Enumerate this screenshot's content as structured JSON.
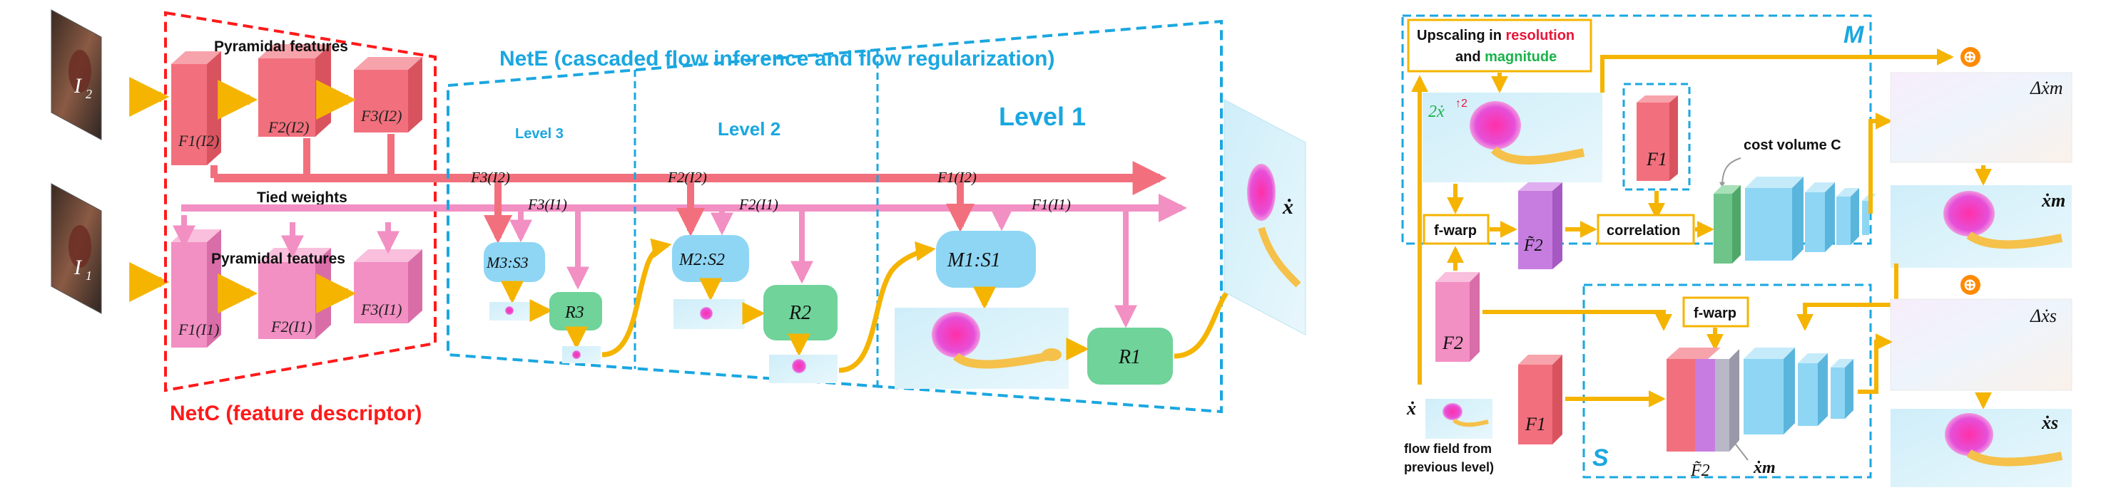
{
  "colors": {
    "netc": "#ff1a1a",
    "nete": "#1aa7e0",
    "feat_red": "#f2707d",
    "feat_pink": "#f28fc3",
    "arrow_yellow": "#f5b400",
    "flow_blue": "#8ed6f4",
    "regularizer_green": "#6fd39a",
    "correlation_green": "#6fc48a",
    "warp_purple": "#c77de0",
    "resolution_text": "#e8163a",
    "magnitude_text": "#19b34a",
    "plus_orange": "#ff8a00"
  },
  "left": {
    "netc_label": "NetC (feature descriptor)",
    "nete_label": "NetE (cascaded flow inference and flow regularization)",
    "pyramidal_top": "Pyramidal features",
    "pyramidal_bottom": "Pyramidal features",
    "tied_weights": "Tied weights",
    "image_top": "I",
    "image_top_sub": "2",
    "image_bottom": "I",
    "image_bottom_sub": "1",
    "feat_top": [
      "F1(I2)",
      "F2(I2)",
      "F3(I2)"
    ],
    "feat_bottom": [
      "F1(I1)",
      "F2(I1)",
      "F3(I1)"
    ],
    "levels": [
      "Level 3",
      "Level 2",
      "Level 1"
    ],
    "level_inputs_i2": [
      "F3(I2)",
      "F2(I2)",
      "F1(I2)"
    ],
    "level_inputs_i1": [
      "F3(I1)",
      "F2(I1)",
      "F1(I1)"
    ],
    "matchers": [
      "M3:S3",
      "M2:S2",
      "M1:S1"
    ],
    "regularizers": [
      "R3",
      "R2",
      "R1"
    ],
    "output_flow": "ẋ"
  },
  "right": {
    "module_m": "M",
    "module_s": "S",
    "upscale_line1": "Upscaling in ",
    "upscale_resolution": "resolution",
    "upscale_line2": "and ",
    "upscale_magnitude": "magnitude",
    "upscaled_flow": "2ẋ",
    "upscaled_sup": "↑2",
    "f_warp_top": "f-warp",
    "f_warp_bottom": "f-warp",
    "correlation": "correlation",
    "cost_volume": "cost volume C",
    "f1_top": "F1",
    "f2_warped_top": "F̃2",
    "f2_left": "F2",
    "f1_bottom": "F1",
    "f2_warped_bottom": "F̃2",
    "xm_bottom": "ẋm",
    "delta_xm": "Δẋm",
    "xm": "ẋm",
    "delta_xs": "Δẋs",
    "xs": "ẋs",
    "prev_flow_symbol": "ẋ",
    "prev_flow_caption1": "flow field from",
    "prev_flow_caption2": "previous level)",
    "plus_symbol": "⊕"
  }
}
